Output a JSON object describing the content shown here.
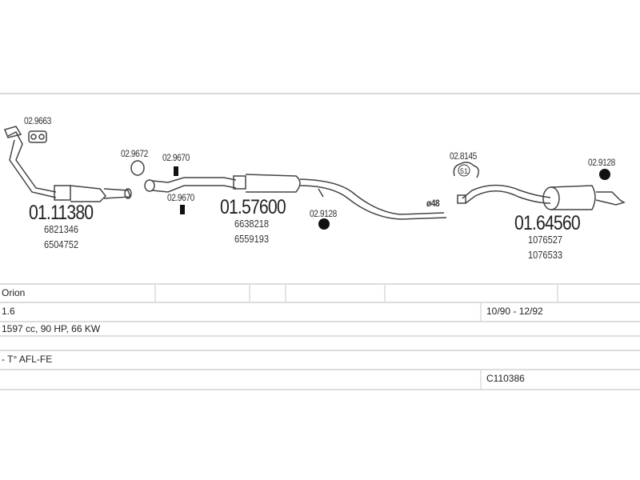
{
  "parts": {
    "downpipe": {
      "code": "01.11380",
      "oe": [
        "6821346",
        "6504752"
      ]
    },
    "middle": {
      "code": "01.57600",
      "oe": [
        "6638218",
        "6559193"
      ]
    },
    "rear": {
      "code": "01.64560",
      "oe": [
        "1076527",
        "1076533"
      ]
    }
  },
  "accessories": {
    "gasket_manifold": "02.9663",
    "ring": "02.9672",
    "clamp_top": "02.9670",
    "clamp_bottom": "02.9670",
    "hanger_mid": "02.9128",
    "mount": "02.8145",
    "mount_badge": "51",
    "hanger_rear": "02.9128",
    "diameter": "ø48"
  },
  "table": {
    "model": "Orion",
    "engine": "1.6",
    "years": "10/90 - 12/92",
    "power": "1597 cc, 90 HP, 66 KW",
    "type": "- T° AFL-FE",
    "ref": "C110386"
  }
}
